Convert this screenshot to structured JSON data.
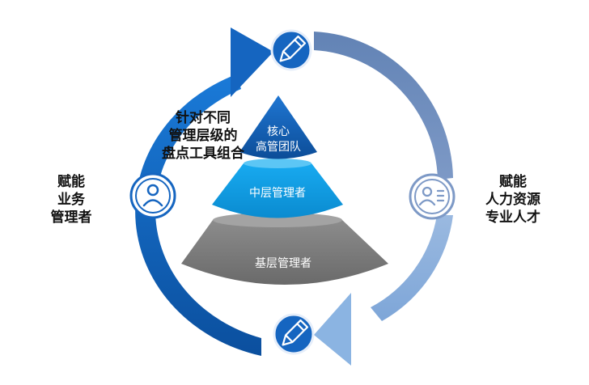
{
  "labels": {
    "left": [
      "赋能",
      "业务",
      "管理者"
    ],
    "right": [
      "赋能",
      "人力资源",
      "专业人才"
    ],
    "center": [
      "针对不同",
      "管理层级的",
      "盘点工具组合"
    ]
  },
  "pyramid": {
    "top": [
      "核心",
      "高管团队"
    ],
    "middle": "中层管理者",
    "bottom": "基层管理者"
  },
  "icons": {
    "top": "pencil-icon",
    "bottom": "pencil-icon",
    "left": "user-icon",
    "right": "user-list-icon"
  },
  "colors": {
    "dark_blue": "#1565c0",
    "slate_blue": "#6d86b2",
    "light_blue": "#8bb4e2",
    "cyan": "#0e9de0",
    "gray": "#7d7d7d"
  }
}
